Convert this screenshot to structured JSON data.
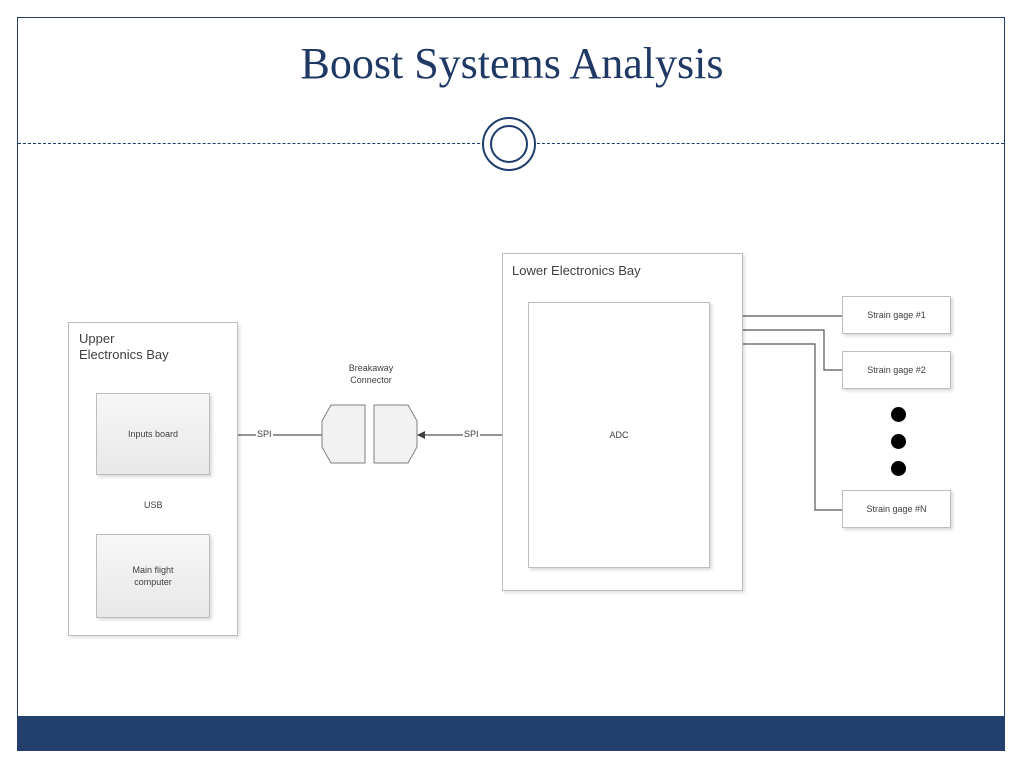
{
  "slide": {
    "title": "Boost Systems Analysis",
    "colors": {
      "title": "#1f3864",
      "frame": "#1f3d6b",
      "footer": "#233f6e"
    }
  },
  "diagram": {
    "upper_bay": {
      "label": "Upper\nElectronics Bay",
      "inputs_board": "Inputs board",
      "main_flight_computer": "Main flight\ncomputer",
      "usb_label": "USB"
    },
    "connector": {
      "label": "Breakaway\nConnector"
    },
    "spi_left": "SPI",
    "spi_right": "SPI",
    "lower_bay": {
      "label": "Lower Electronics Bay",
      "adc": "ADC"
    },
    "strain_gages": [
      "Strain gage #1",
      "Strain gage #2",
      "Strain gage #N"
    ]
  }
}
